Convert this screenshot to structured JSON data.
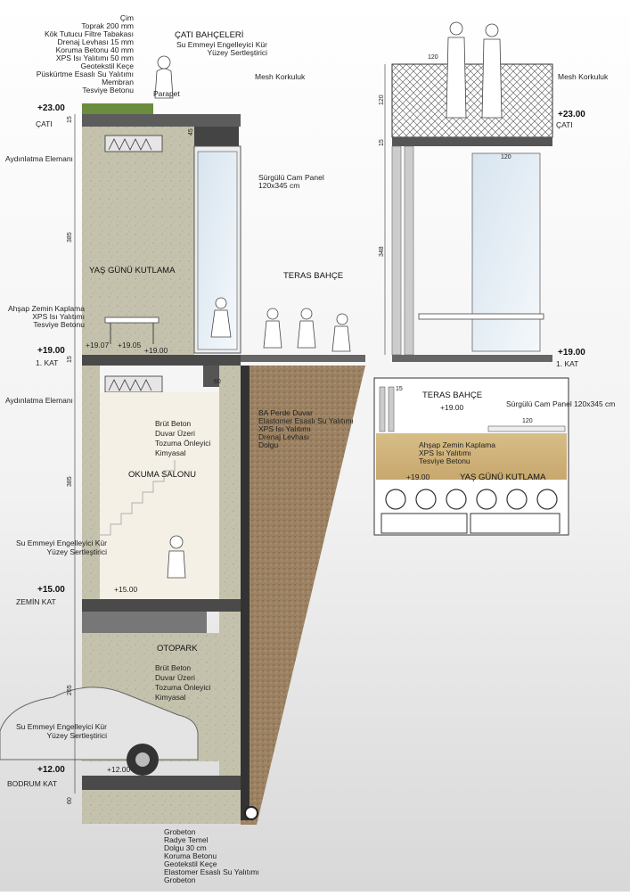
{
  "left_section": {
    "roof_layers": [
      "Çim",
      "Toprak 200 mm",
      "Kök Tutucu Filtre Tabakası",
      "Drenaj Levhası 15 mm",
      "Koruma Betonu 40 mm",
      "XPS Isı Yalıtımı 50 mm",
      "Geotekstil Keçe",
      "Püskürtme Esaslı Su Yalıtımı",
      "Membran",
      "Tesviye Betonu"
    ],
    "roof_garden": "ÇATI BAHÇELERİ",
    "roof_surface_note": [
      "Su Emmeyi Engelleyici Kür",
      "Yüzey Sertleştirici"
    ],
    "mesh": "Mesh Korkuluk",
    "parapet": "Parapet",
    "roof_level": "+23.00",
    "roof_name": "ÇATI",
    "lighting_1": "Aydınlatma Elemanı",
    "sliding_glass": [
      "Sürgülü Cam Panel",
      "120x345 cm"
    ],
    "birthday": "YAŞ GÜNÜ KUTLAMA",
    "terrace": "TERAS BAHÇE",
    "floor_layers": [
      "Ahşap Zemin Kaplama",
      "XPS Isı Yalıtımı",
      "Tesviye Betonu"
    ],
    "first_level": "+19.00",
    "first_name": "1. KAT",
    "first_sub_a": "+19.07",
    "first_sub_b": "+19.05",
    "first_sub_c": "+19.00",
    "lighting_2": "Aydınlatma Elemanı",
    "concrete_note": [
      "Brüt Beton",
      "Duvar Üzeri",
      "Tozuma Önleyici",
      "Kimyasal"
    ],
    "retaining": [
      "BA Perde Duvar",
      "Elastomer Esaslı Su Yalıtımı",
      "XPS Isı Yalıtımı",
      "Drenaj Levhası",
      "Dolgu"
    ],
    "reading": "OKUMA SALONU",
    "surface_note_2": [
      "Su Emmeyi Engelleyici Kür",
      "Yüzey Sertleştirici"
    ],
    "ground_level": "+15.00",
    "ground_sub": "+15.00",
    "ground_name": "ZEMİN KAT",
    "parking": "OTOPARK",
    "concrete_note_2": [
      "Brüt Beton",
      "Duvar Üzeri",
      "Tozuma Önleyici",
      "Kimyasal"
    ],
    "surface_note_3": [
      "Su Emmeyi Engelleyici Kür",
      "Yüzey Sertleştirici"
    ],
    "base_level": "+12.00",
    "base_sub": "+12.00",
    "base_name": "BODRUM KAT",
    "foundation_layers": [
      "Grobeton",
      "Radye Temel",
      "Dolgu 30 cm",
      "Koruma Betonu",
      "Geotekstil Keçe",
      "Elastomer Esaslı Su Yalıtımı",
      "Grobeton"
    ],
    "dims": [
      "15",
      "45",
      "385",
      "15",
      "60",
      "385",
      "265",
      "60"
    ]
  },
  "right_section": {
    "mesh": "Mesh Korkuluk",
    "roof_level": "+23.00",
    "roof_name": "ÇATI",
    "first_level": "+19.00",
    "first_name": "1. KAT",
    "dims": [
      "120",
      "120",
      "15",
      "120",
      "348"
    ]
  },
  "detail": {
    "terrace": "TERAS BAHÇE",
    "terrace_level": "+19.00",
    "glass": "Sürgülü Cam Panel 120x345 cm",
    "dim": "120",
    "dim_15": "15",
    "floor_layers": [
      "Ahşap Zemin Kaplama",
      "XPS Isı Yalıtımı",
      "Tesviye Betonu"
    ],
    "level": "+19.00",
    "birthday": "YAŞ GÜNÜ KUTLAMA"
  }
}
